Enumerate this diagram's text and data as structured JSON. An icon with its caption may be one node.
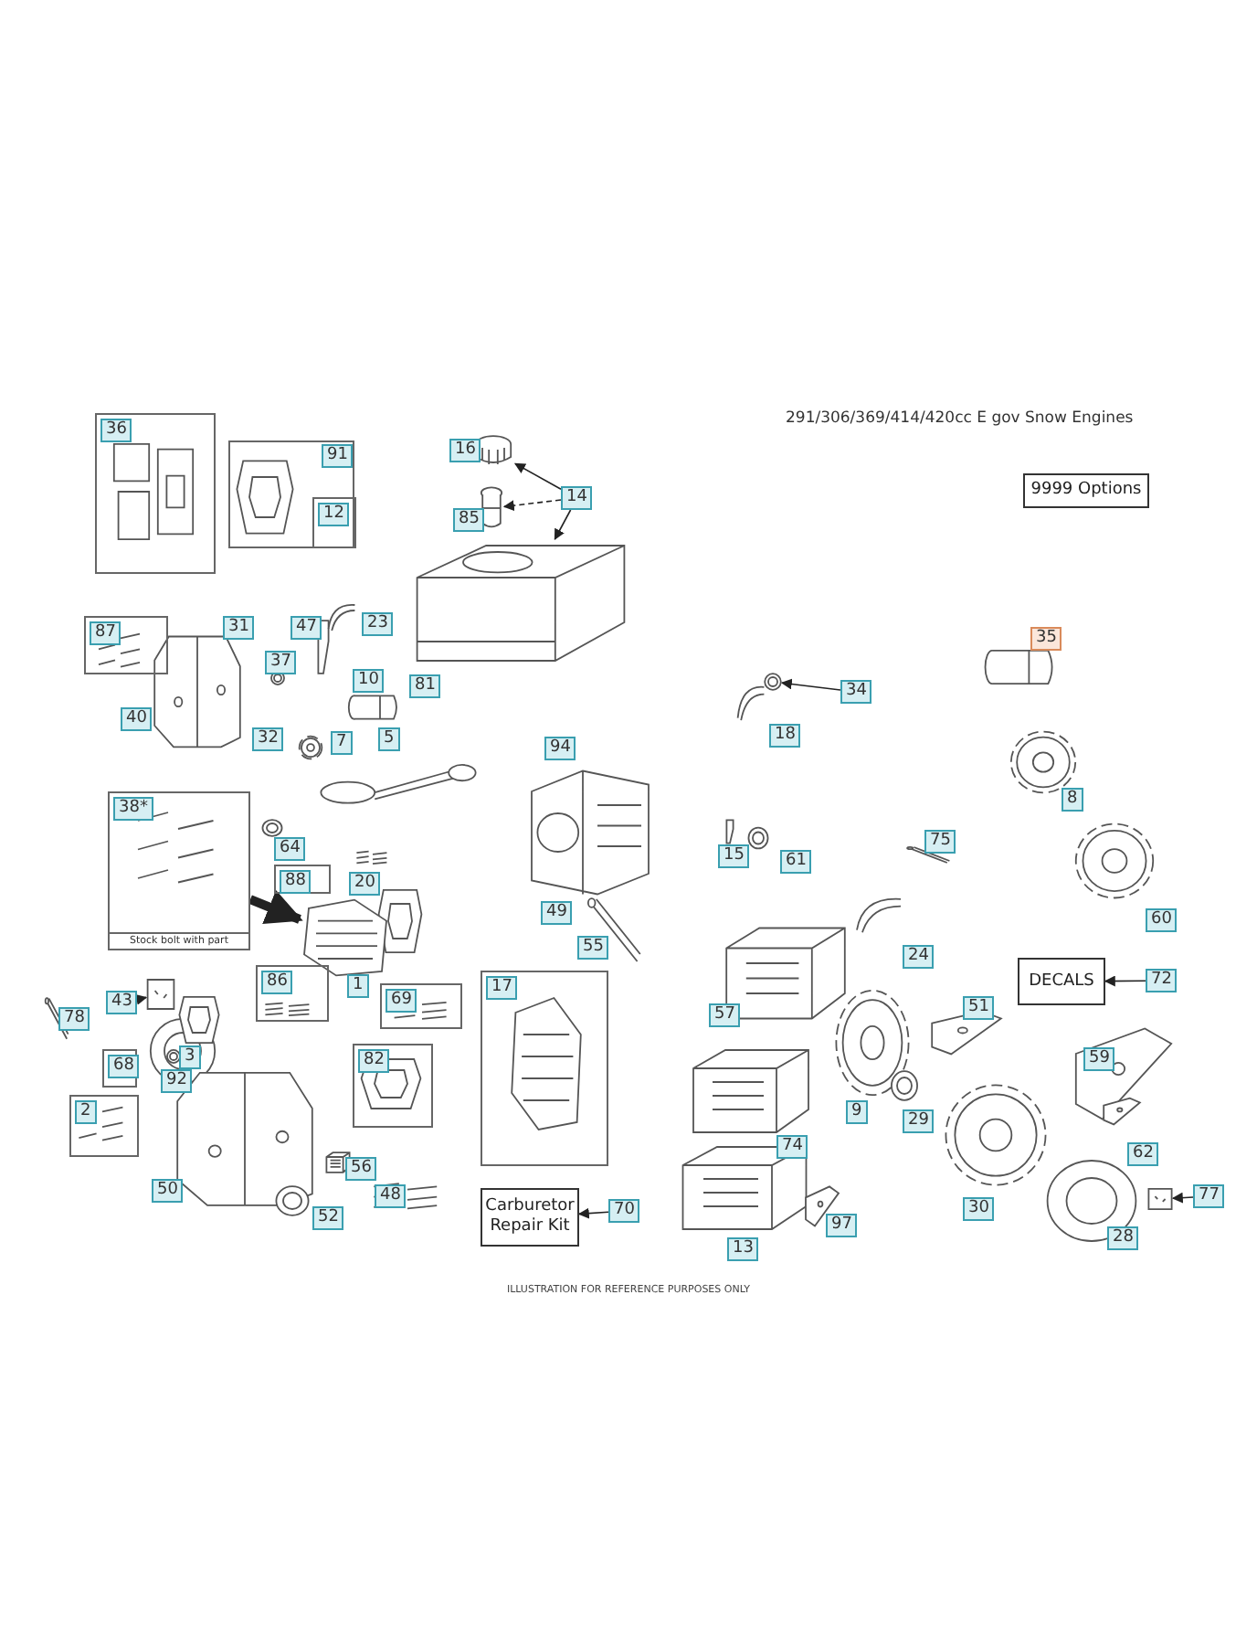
{
  "diagram": {
    "title": "291/306/369/414/420cc E gov Snow Engines",
    "caption": "ILLUSTRATION FOR REFERENCE PURPOSES ONLY",
    "nodes": [
      {
        "text": [
          "36"
        ]
      },
      {
        "text": [],
        "shape": "box"
      },
      {
        "text": [
          "12"
        ],
        "in": 1
      },
      {
        "text": [],
        "shape": "picture"
      },
      {
        "text": [],
        "shape": "picture"
      },
      {
        "text": [],
        "shape": "picture"
      },
      {
        "text": [
          "14"
        ]
      },
      {
        "text": [
          "87"
        ]
      },
      {
        "text": [
          "38*",
          "Stock bolt with part"
        ]
      },
      {
        "text": [
          "88"
        ]
      },
      {
        "text": [],
        "shape": "picture"
      },
      {
        "text": [
          "43"
        ]
      },
      {
        "text": [],
        "shape": "box"
      },
      {
        "text": [
          "86"
        ]
      },
      {
        "text": [
          "69"
        ]
      },
      {
        "text": [
          "68"
        ]
      },
      {
        "text": [
          "2"
        ]
      },
      {
        "text": [
          "82"
        ]
      },
      {
        "text": [
          "17"
        ]
      },
      {
        "text": [
          "Carburetor Repair Kit"
        ]
      },
      {
        "text": [
          "70"
        ]
      },
      {
        "text": [],
        "shape": "picture"
      },
      {
        "text": [
          "34"
        ]
      },
      {
        "text": [
          "9999 Options"
        ]
      },
      {
        "text": [
          "DECALS"
        ]
      },
      {
        "text": [
          "72"
        ]
      },
      {
        "text": [],
        "shape": "picture"
      },
      {
        "text": [
          "77"
        ]
      },
      {
        "text": [
          "16"
        ]
      },
      {
        "text": [
          "85"
        ]
      },
      {
        "text": [
          "31"
        ]
      },
      {
        "text": [
          "47"
        ]
      },
      {
        "text": [
          "23"
        ]
      },
      {
        "text": [
          "37"
        ]
      },
      {
        "text": [
          "10"
        ]
      },
      {
        "text": [
          "81"
        ]
      },
      {
        "text": [
          "40"
        ]
      },
      {
        "text": [
          "32"
        ]
      },
      {
        "text": [
          "7"
        ]
      },
      {
        "text": [
          "5"
        ]
      },
      {
        "text": [
          "35"
        ]
      },
      {
        "text": [
          "18"
        ]
      },
      {
        "text": [
          "8"
        ]
      },
      {
        "text": [
          "94"
        ]
      },
      {
        "text": [
          "15"
        ]
      },
      {
        "text": [
          "61"
        ]
      },
      {
        "text": [
          "75"
        ]
      },
      {
        "text": [
          "64"
        ]
      },
      {
        "text": [
          "20"
        ]
      },
      {
        "text": [
          "60"
        ]
      },
      {
        "text": [
          "49"
        ]
      },
      {
        "text": [
          "1"
        ]
      },
      {
        "text": [
          "55"
        ]
      },
      {
        "text": [
          "24"
        ]
      },
      {
        "text": [
          "57"
        ]
      },
      {
        "text": [
          "51"
        ]
      },
      {
        "text": [
          "78"
        ]
      },
      {
        "text": [
          "3"
        ]
      },
      {
        "text": [
          "92"
        ]
      },
      {
        "text": [
          "9"
        ]
      },
      {
        "text": [
          "29"
        ]
      },
      {
        "text": [
          "59"
        ]
      },
      {
        "text": [
          "74"
        ]
      },
      {
        "text": [
          "62"
        ]
      },
      {
        "text": [
          "50"
        ]
      },
      {
        "text": [
          "56"
        ]
      },
      {
        "text": [
          "52"
        ]
      },
      {
        "text": [
          "48"
        ]
      },
      {
        "text": [
          "13"
        ]
      },
      {
        "text": [
          "97"
        ]
      },
      {
        "text": [
          "30"
        ]
      },
      {
        "text": [
          "28"
        ]
      },
      {
        "text": [
          "91"
        ],
        "in": 1
      }
    ],
    "edges": [
      {
        "from": 6,
        "to": 3,
        "arrow": "to"
      },
      {
        "from": 6,
        "to": 4,
        "arrow": "to",
        "style": "dashed"
      },
      {
        "from": 6,
        "to": 5,
        "arrow": "to"
      },
      {
        "from": 8,
        "to": 10,
        "arrow": "to",
        "style": "thick"
      },
      {
        "from": 11,
        "to": 12,
        "arrow": "to"
      },
      {
        "from": 20,
        "to": 19,
        "arrow": "to"
      },
      {
        "from": 22,
        "to": 21,
        "arrow": "to"
      },
      {
        "from": 25,
        "to": 24,
        "arrow": "to"
      },
      {
        "from": 27,
        "to": 26,
        "arrow": "to"
      }
    ]
  }
}
